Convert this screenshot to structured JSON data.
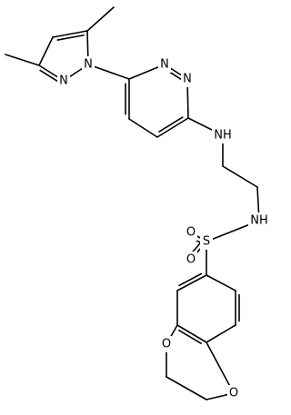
{
  "molecule": {
    "atoms": {
      "pyrazole_n_substituted": "N",
      "pyrazole_n_imine": "N",
      "pyridazine_n_left": "N",
      "pyridazine_n_right": "N",
      "amine_nh_upper": "NH",
      "sulfonamide_nh": "NH",
      "sulfonyl_s": "S",
      "sulfonyl_o_upper": "O",
      "sulfonyl_o_lower": "O",
      "dioxane_o_left": "O",
      "dioxane_o_right": "O"
    }
  }
}
